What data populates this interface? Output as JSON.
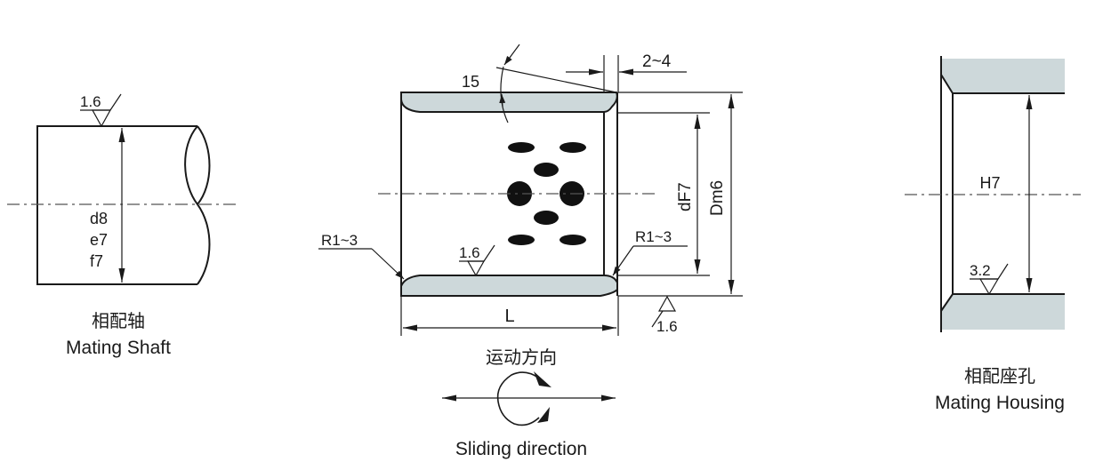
{
  "colors": {
    "line": "#1a1a1a",
    "fill": "#cdd8da",
    "centerline": "#555555"
  },
  "shaft": {
    "roughness": "1.6",
    "tolerances": [
      "d8",
      "e7",
      "f7"
    ],
    "caption_cn": "相配轴",
    "caption_en": "Mating Shaft"
  },
  "bushing": {
    "angle": "15",
    "chamfer": "2~4",
    "inner_diameter": "dF7",
    "outer_diameter": "Dm6",
    "radius_left": "R1~3",
    "radius_right": "R1~3",
    "roughness_inner": "1.6",
    "roughness_outer": "1.6",
    "length": "L",
    "motion_cn": "运动方向",
    "motion_en": "Sliding direction"
  },
  "housing": {
    "tolerance": "H7",
    "roughness": "3.2",
    "caption_cn": "相配座孔",
    "caption_en": "Mating Housing"
  }
}
